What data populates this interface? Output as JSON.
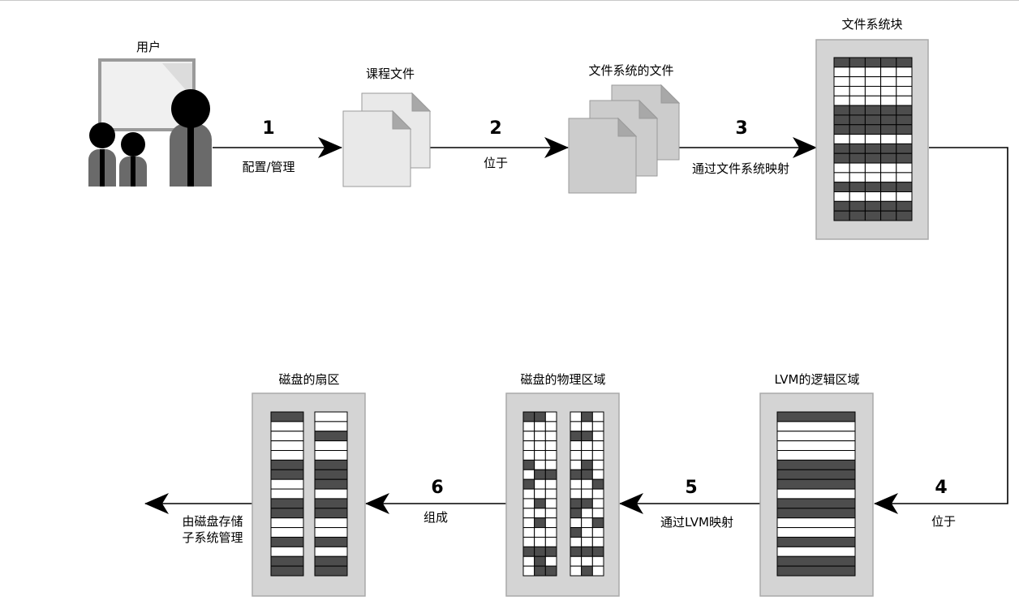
{
  "nodes": {
    "user": "用户",
    "course_files": "课程文件",
    "fs_files": "文件系统的文件",
    "fs_blocks": "文件系统块",
    "lvm_extents": "LVM的逻辑区域",
    "physical_extents": "磁盘的物理区域",
    "disk_sectors": "磁盘的扇区"
  },
  "steps": [
    {
      "number": "1",
      "label": "配置/管理"
    },
    {
      "number": "2",
      "label": "位于"
    },
    {
      "number": "3",
      "label": "通过文件系统映射"
    },
    {
      "number": "4",
      "label": "位于"
    },
    {
      "number": "5",
      "label": "通过LVM映射"
    },
    {
      "number": "6",
      "label": "组成"
    }
  ],
  "final_label": {
    "line1": "由磁盘存储",
    "line2": "子系统管理"
  }
}
